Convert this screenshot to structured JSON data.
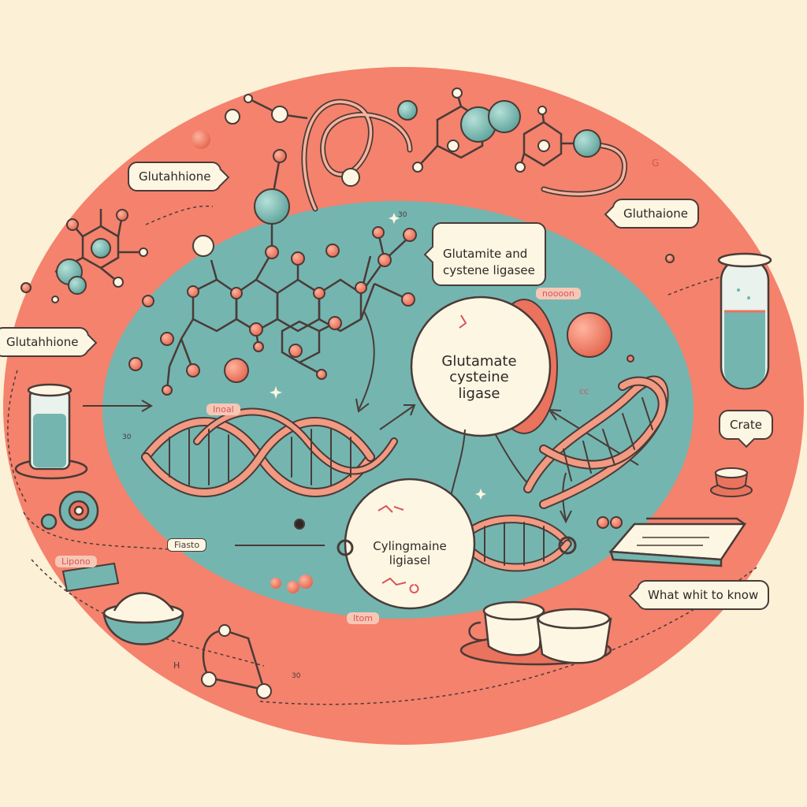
{
  "callouts": {
    "top_left": "Glutahhione",
    "left": "Glutahhione",
    "top_right": "Gluthaione",
    "center_top": "Glutamite and\ncystene ligasee",
    "right": "Crate",
    "bottom_right": "What whit to know"
  },
  "circles": {
    "upper": "Glutamate\ncysteine\nligase",
    "lower": "Cylingmaine\nligiasel"
  },
  "tags": {
    "inner_left": "Inoal",
    "inner_top_right": "noooon",
    "inner_bottom": "Itom",
    "left_label": "Fiasto",
    "bottom_left": "Lipono",
    "letter_g": "G",
    "mark_cc": "cc",
    "mark_30a": "30",
    "mark_30b": "30",
    "mark_h": "H",
    "mark_small": "30"
  },
  "colors": {
    "background": "#fcf0d6",
    "outer_oval": "#f4826d",
    "inner_oval": "#74b5b0",
    "outline": "#4a3b37",
    "atom": "#ea735e",
    "teal_atom": "#79b8b0",
    "helix": "#f29a82"
  }
}
